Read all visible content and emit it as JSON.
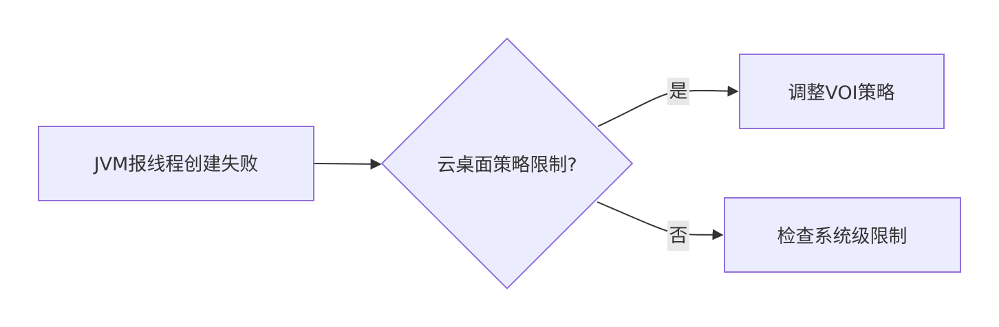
{
  "diagram": {
    "type": "flowchart",
    "colors": {
      "node_fill": "#ececff",
      "node_stroke": "#9370db",
      "edge_stroke": "#333333",
      "edge_label_bg": "#e8e8e8",
      "text": "#333333"
    },
    "nodes": {
      "start": {
        "label": "JVM报线程创建失败",
        "shape": "rectangle"
      },
      "decision": {
        "label": "云桌面策略限制?",
        "shape": "diamond"
      },
      "yes_target": {
        "label": "调整VOI策略",
        "shape": "rectangle"
      },
      "no_target": {
        "label": "检查系统级限制",
        "shape": "rectangle"
      }
    },
    "edges": [
      {
        "from": "start",
        "to": "decision",
        "label": ""
      },
      {
        "from": "decision",
        "to": "yes_target",
        "label": "是"
      },
      {
        "from": "decision",
        "to": "no_target",
        "label": "否"
      }
    ]
  }
}
